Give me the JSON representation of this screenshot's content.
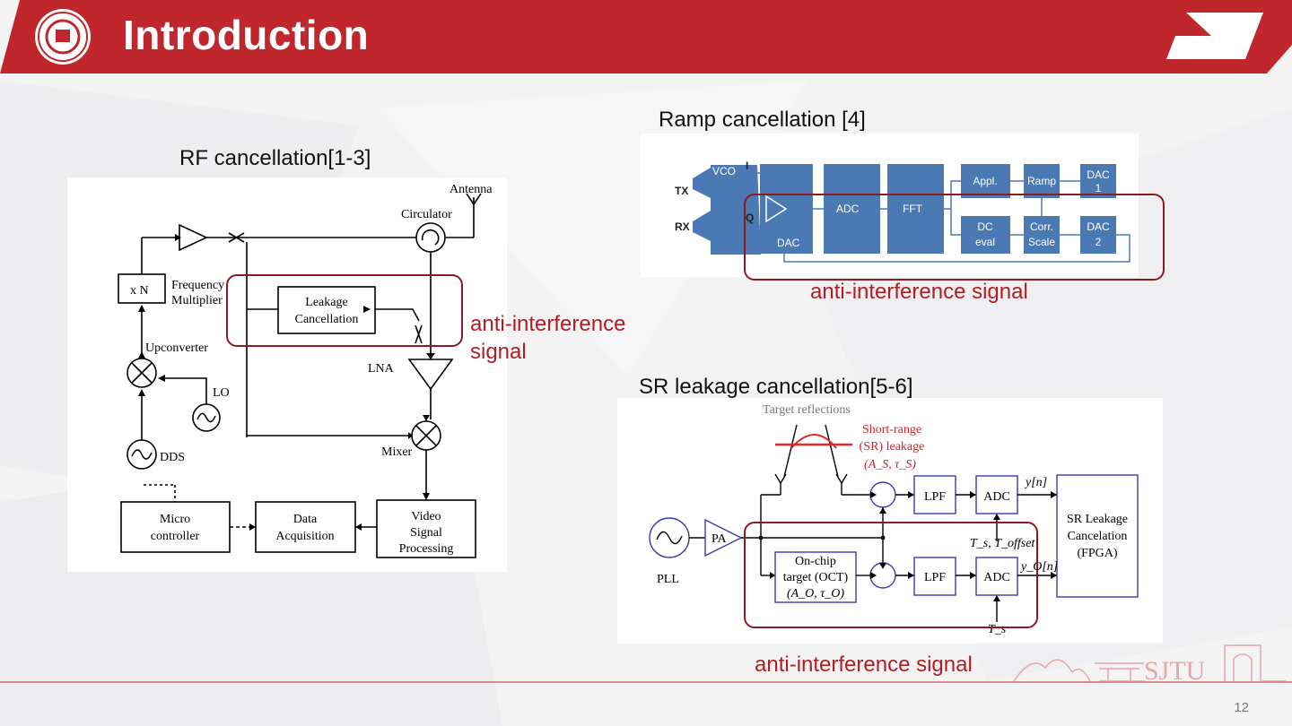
{
  "header": {
    "title": "Introduction",
    "logo_icon": "sjtu-seal-icon",
    "accent": "#c0272d"
  },
  "sections": {
    "rf": {
      "title": "RF cancellation[1-3]",
      "annotation": "anti-interference",
      "annotation2": "signal"
    },
    "ramp": {
      "title": "Ramp cancellation [4]",
      "annotation": "anti-interference signal"
    },
    "sr": {
      "title": "SR leakage cancellation[5-6]",
      "annotation": "anti-interference signal"
    }
  },
  "rf_diagram": {
    "antenna": "Antenna",
    "circulator": "Circulator",
    "xn": "x N",
    "freq1": "Frequency",
    "freq2": "Multiplier",
    "leak1": "Leakage",
    "leak2": "Cancellation",
    "upconverter": "Upconverter",
    "lo": "LO",
    "lna": "LNA",
    "dds": "DDS",
    "mixer": "Mixer",
    "micro1": "Micro",
    "micro2": "controller",
    "data1": "Data",
    "data2": "Acquisition",
    "video1": "Video",
    "video2": "Signal",
    "video3": "Processing"
  },
  "ramp_diagram": {
    "tx": "TX",
    "rx": "RX",
    "vco": "VCO",
    "i": "I",
    "q": "Q",
    "dac": "DAC",
    "adc": "ADC",
    "fft": "FFT",
    "appl": "Appl.",
    "ramp": "Ramp",
    "dac1a": "DAC",
    "dac1b": "1",
    "dc1": "DC",
    "dc2": "eval",
    "corr1": "Corr.",
    "corr2": "Scale",
    "dac2a": "DAC",
    "dac2b": "2"
  },
  "sr_diagram": {
    "target_reflections": "Target reflections",
    "sr1": "Short-range",
    "sr2": "(SR) leakage",
    "sr3": "(A_S, τ_S)",
    "pll": "PLL",
    "pa": "PA",
    "lpf": "LPF",
    "adc": "ADC",
    "yn": "y[n]",
    "yon": "y_O[n]",
    "ts_toffset": "T_s, T_offset",
    "ts": "T_s",
    "oct1": "On-chip",
    "oct2": "target (OCT)",
    "oct3": "(A_O, τ_O)",
    "srl1": "SR Leakage",
    "srl2": "Cancelation",
    "srl3": "(FPGA)"
  },
  "footer": {
    "logo_text": "SJTU",
    "page_number": "12"
  }
}
